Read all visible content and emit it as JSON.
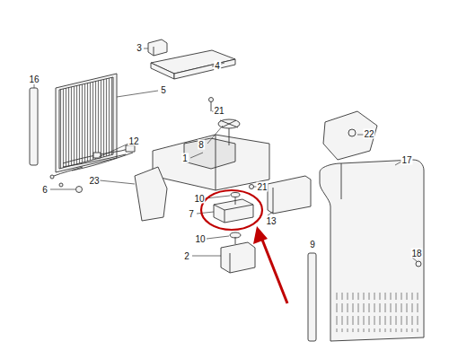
{
  "diagram": {
    "labels": [
      "3",
      "4",
      "16",
      "5",
      "21",
      "8",
      "22",
      "12",
      "1",
      "17",
      "23",
      "6",
      "10",
      "21",
      "7",
      "13",
      "9",
      "10",
      "2",
      "18"
    ]
  }
}
